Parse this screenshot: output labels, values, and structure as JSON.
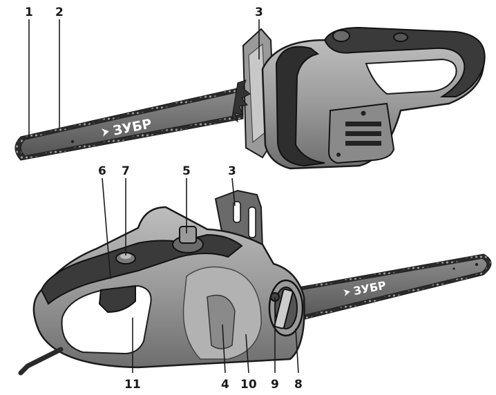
{
  "diagram": {
    "brand_text": "ЗУБР",
    "callouts_top": [
      "1",
      "2",
      "3"
    ],
    "callouts_bottom_top": [
      "6",
      "7",
      "5",
      "3"
    ],
    "callouts_bottom_low": [
      "11",
      "4",
      "10",
      "9",
      "8"
    ]
  }
}
